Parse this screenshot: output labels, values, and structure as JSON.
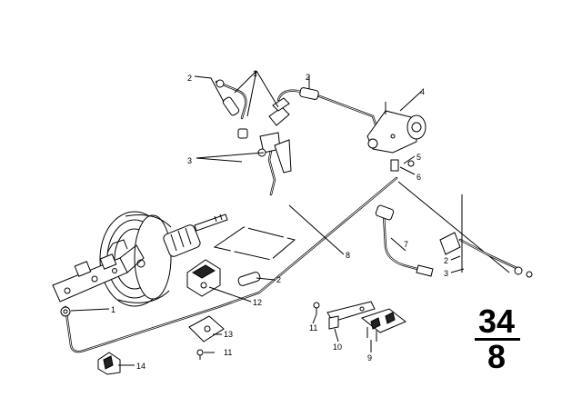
{
  "page_number": {
    "top": "34",
    "bottom": "8"
  },
  "callouts": [
    {
      "id": "c1a",
      "text": "1"
    },
    {
      "id": "c2a",
      "text": "2"
    },
    {
      "id": "c2b",
      "text": "2"
    },
    {
      "id": "c4",
      "text": "4"
    },
    {
      "id": "c3a",
      "text": "3"
    },
    {
      "id": "c5",
      "text": "5"
    },
    {
      "id": "c6",
      "text": "6"
    },
    {
      "id": "c8",
      "text": "8"
    },
    {
      "id": "c7",
      "text": "7"
    },
    {
      "id": "c2c",
      "text": "2"
    },
    {
      "id": "c3b",
      "text": "3"
    },
    {
      "id": "c2d",
      "text": "2"
    },
    {
      "id": "c12",
      "text": "12"
    },
    {
      "id": "c1b",
      "text": "1"
    },
    {
      "id": "c13",
      "text": "13"
    },
    {
      "id": "c11a",
      "text": "11"
    },
    {
      "id": "c11b",
      "text": "11"
    },
    {
      "id": "c10",
      "text": "10"
    },
    {
      "id": "c9",
      "text": "9"
    },
    {
      "id": "c14",
      "text": "14"
    }
  ]
}
